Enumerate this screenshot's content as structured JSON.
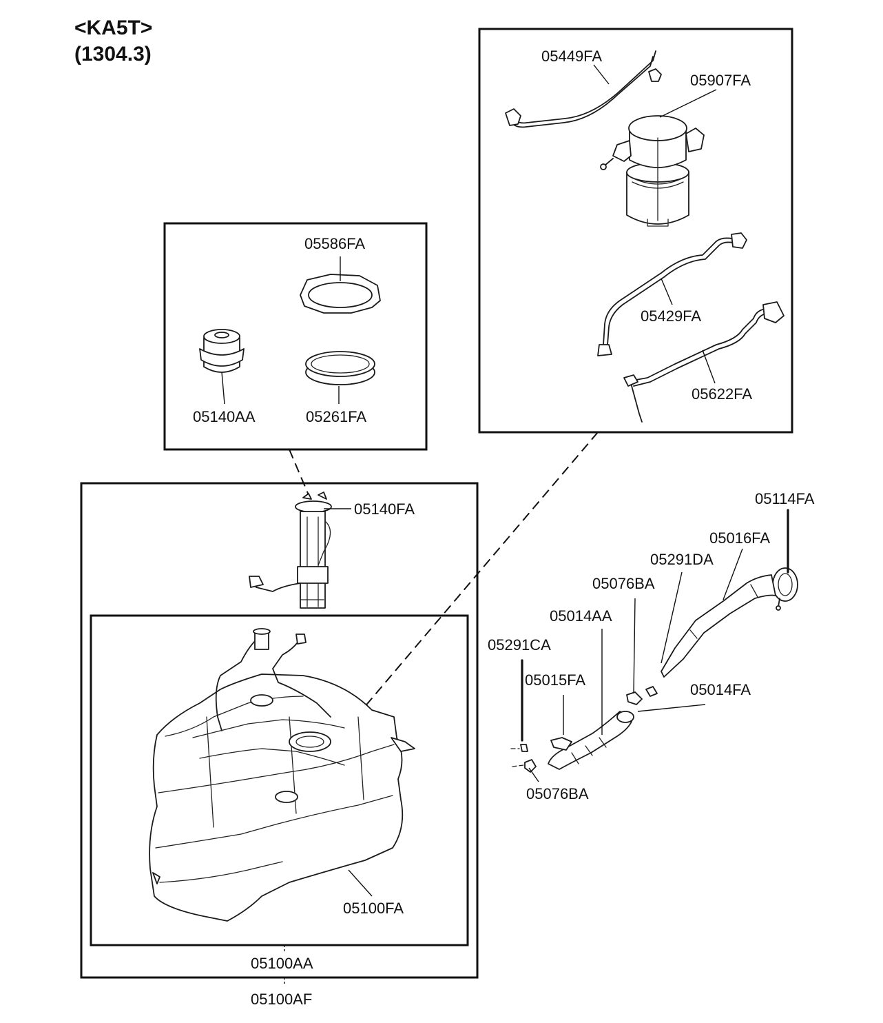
{
  "header": {
    "model": "<KA5T>",
    "date": "(1304.3)"
  },
  "labels": {
    "p05449FA": "05449FA",
    "p05907FA": "05907FA",
    "p05429FA": "05429FA",
    "p05622FA": "05622FA",
    "p05586FA": "05586FA",
    "p05140AA": "05140AA",
    "p05261FA": "05261FA",
    "p05140FA": "05140FA",
    "p05100FA": "05100FA",
    "p05100AA": "05100AA",
    "p05100AF": "05100AF",
    "p05114FA": "05114FA",
    "p05016FA": "05016FA",
    "p05291DA": "05291DA",
    "p05076BA_top": "05076BA",
    "p05014AA": "05014AA",
    "p05291CA": "05291CA",
    "p05015FA": "05015FA",
    "p05014FA": "05014FA",
    "p05076BA_bottom": "05076BA"
  }
}
